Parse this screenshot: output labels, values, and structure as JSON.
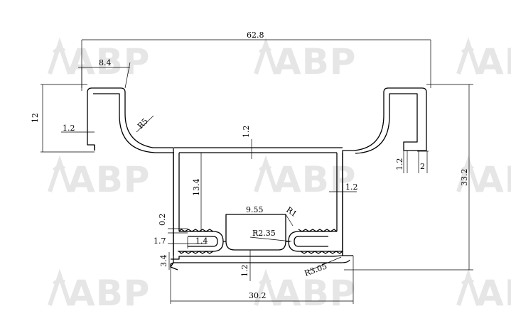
{
  "watermark": {
    "text": "ABP",
    "color": "#e6e6e6"
  },
  "dimensions": {
    "overall_width": "62.8",
    "lip_width": "8.4",
    "left_height": "12",
    "left_wall": "1.2",
    "fillet": "R5",
    "web_thickness": "1.2",
    "right_lip_height": "1.2",
    "right_lip_width": "2",
    "total_height": "33.2",
    "stem_height": "13.4",
    "stem_wall": "1.2",
    "slot_width": "9.55",
    "slot_radius": "R1",
    "groove_radius": "R2.35",
    "tooth_gap": "0.2",
    "tooth_pitch": "1.7",
    "tooth_depth": "1.4",
    "base_height": "3.4",
    "base_thickness": "1.2",
    "corner_radius": "R3.05",
    "base_width": "30.2"
  }
}
